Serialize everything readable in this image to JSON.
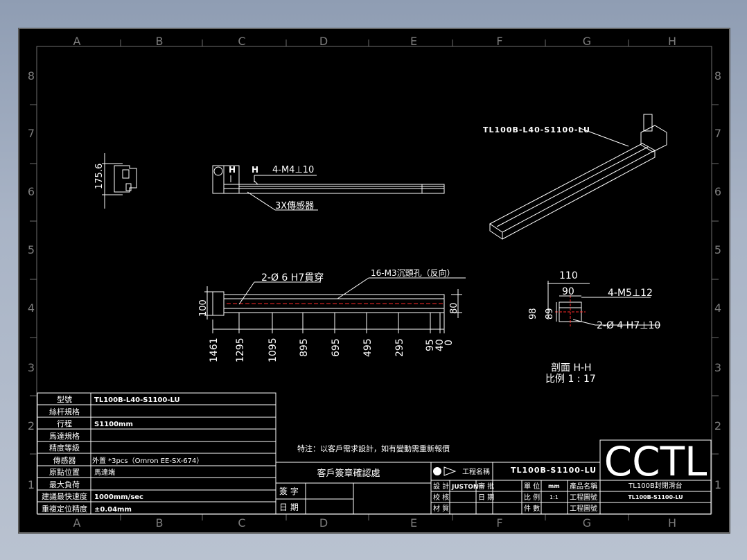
{
  "colors": {
    "background": "#8f9db3",
    "sheet": "#000000",
    "line": "#ffffff",
    "frame_gray": "#6e6e6e",
    "center_red": "#ff2a2a"
  },
  "zones": {
    "columns": [
      "A",
      "B",
      "C",
      "D",
      "E",
      "F",
      "G",
      "H"
    ],
    "rows": [
      "8",
      "7",
      "6",
      "5",
      "4",
      "3",
      "2",
      "1"
    ]
  },
  "views": {
    "iso_label": "TL100B-L40-S1100-LU",
    "side_dim": "175.6",
    "top_h1": "H",
    "top_h2": "H",
    "top_hole": "4-M4⊥10",
    "top_sensor": "3X傳感器",
    "front_bore": "2-Ø 6  H7貫穿",
    "front_holes": "16-M3沉頭孔（反向）",
    "front_h": "100",
    "front_h2": "80",
    "front_dims": [
      "1461",
      "1295",
      "1095",
      "895",
      "695",
      "495",
      "295",
      "95",
      "40",
      "0"
    ],
    "sec_w1": "110",
    "sec_w2": "90",
    "sec_h1": "98",
    "sec_h2": "89",
    "sec_hole1": "4-M5⊥12",
    "sec_hole2": "2-Ø 4  H7⊥10",
    "sec_title": "剖面  H-H",
    "sec_scale": "比例  1 : 17"
  },
  "spec_table": [
    {
      "label": "型號",
      "value": "TL100B-L40-S1100-LU"
    },
    {
      "label": "絲杆規格",
      "value": ""
    },
    {
      "label": "行程",
      "value": "S1100mm"
    },
    {
      "label": "馬達規格",
      "value": ""
    },
    {
      "label": "精度等級",
      "value": ""
    },
    {
      "label": "傳感器",
      "value": "外置 *3pcs（Omron EE-SX-674）"
    },
    {
      "label": "原點位置",
      "value": "馬達端"
    },
    {
      "label": "最大負荷",
      "value": ""
    },
    {
      "label": "建議最快速度",
      "value": "1000mm/sec"
    },
    {
      "label": "重複定位精度",
      "value": "±0.04mm"
    }
  ],
  "note": "特注：以客戶需求設計，如有變動需重新報價",
  "approval": {
    "title": "客戶簽章確認處",
    "sign": "簽  字",
    "date": "日  期"
  },
  "title_block": {
    "drawing_name_label": "工程名稱",
    "drawing_name": "TL100B-S1100-LU",
    "design": "設  計",
    "designer": "JUSTON",
    "approve": "審  批",
    "check": "校  核",
    "date": "日  期",
    "material": "材  質",
    "unit_label": "單  位",
    "unit": "mm",
    "scale_label": "比  例",
    "scale": "1:1",
    "qty_label": "件  數",
    "product_label": "產品名稱",
    "drawing_no_label": "工程圖號",
    "drawing_code_label": "工程圖號",
    "product": "TL100B封閉滑台",
    "product_code": "TL100B-S1100-LU",
    "logo": "CCTL"
  }
}
